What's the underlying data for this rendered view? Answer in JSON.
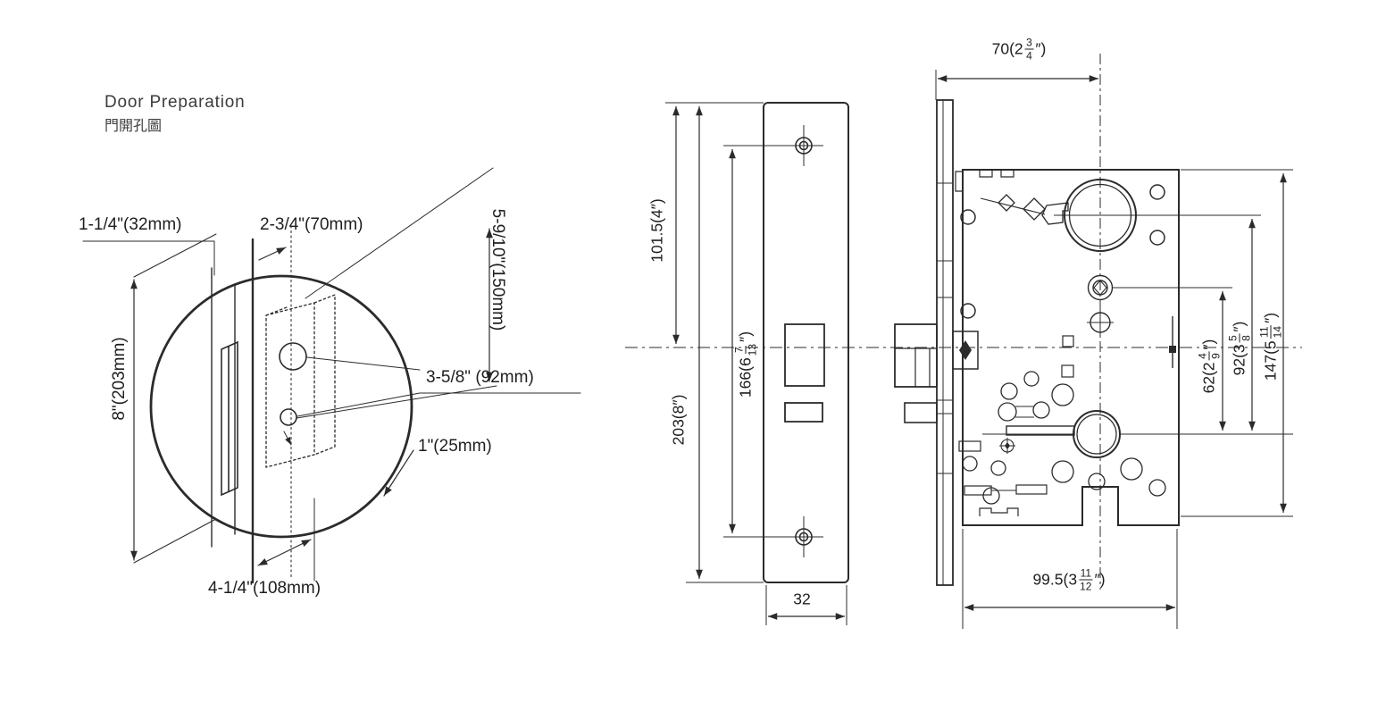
{
  "title": {
    "en": "Door Preparation",
    "zh": "門開孔圖"
  },
  "colors": {
    "line": "#2b2b2b",
    "text": "#1e1e1e",
    "background": "#ffffff"
  },
  "left_diagram": {
    "name": "door-preparation-detail",
    "labels": {
      "edge_bore_width": "1-1/4\"(32mm)",
      "backset": "2-3/4\"(70mm)",
      "cylinder_to_hole_height": "5-9/10\"(150mm)",
      "mortise_height": "8\"(203mm)",
      "hole_spacing": "3-5/8\" (92mm)",
      "mortise_width": "1\"(25mm)",
      "mortise_depth": "4-1/4\"(108mm)"
    }
  },
  "right_diagram": {
    "name": "mortise-lock-views",
    "labels": {
      "backset": {
        "pre": "70(2",
        "num": "3",
        "den": "4",
        "post": "″)"
      },
      "top_to_centerline": "101.5(4″)",
      "faceplate_height": "203(8″)",
      "screw_spacing": {
        "pre": "166(6",
        "num": "7",
        "den": "13",
        "post": "″)"
      },
      "cylinder_to_hub": {
        "pre": "92(3",
        "num": "5",
        "den": "8",
        "post": "″)"
      },
      "hub_spacing": {
        "pre": "62(2",
        "num": "4",
        "den": "9",
        "post": "″)"
      },
      "case_height": {
        "pre": "147(5",
        "num": "11",
        "den": "14",
        "post": "″)"
      },
      "faceplate_width": "32",
      "case_depth": {
        "pre": "99.5(3",
        "num": "11",
        "den": "12",
        "post": "″)"
      }
    }
  }
}
